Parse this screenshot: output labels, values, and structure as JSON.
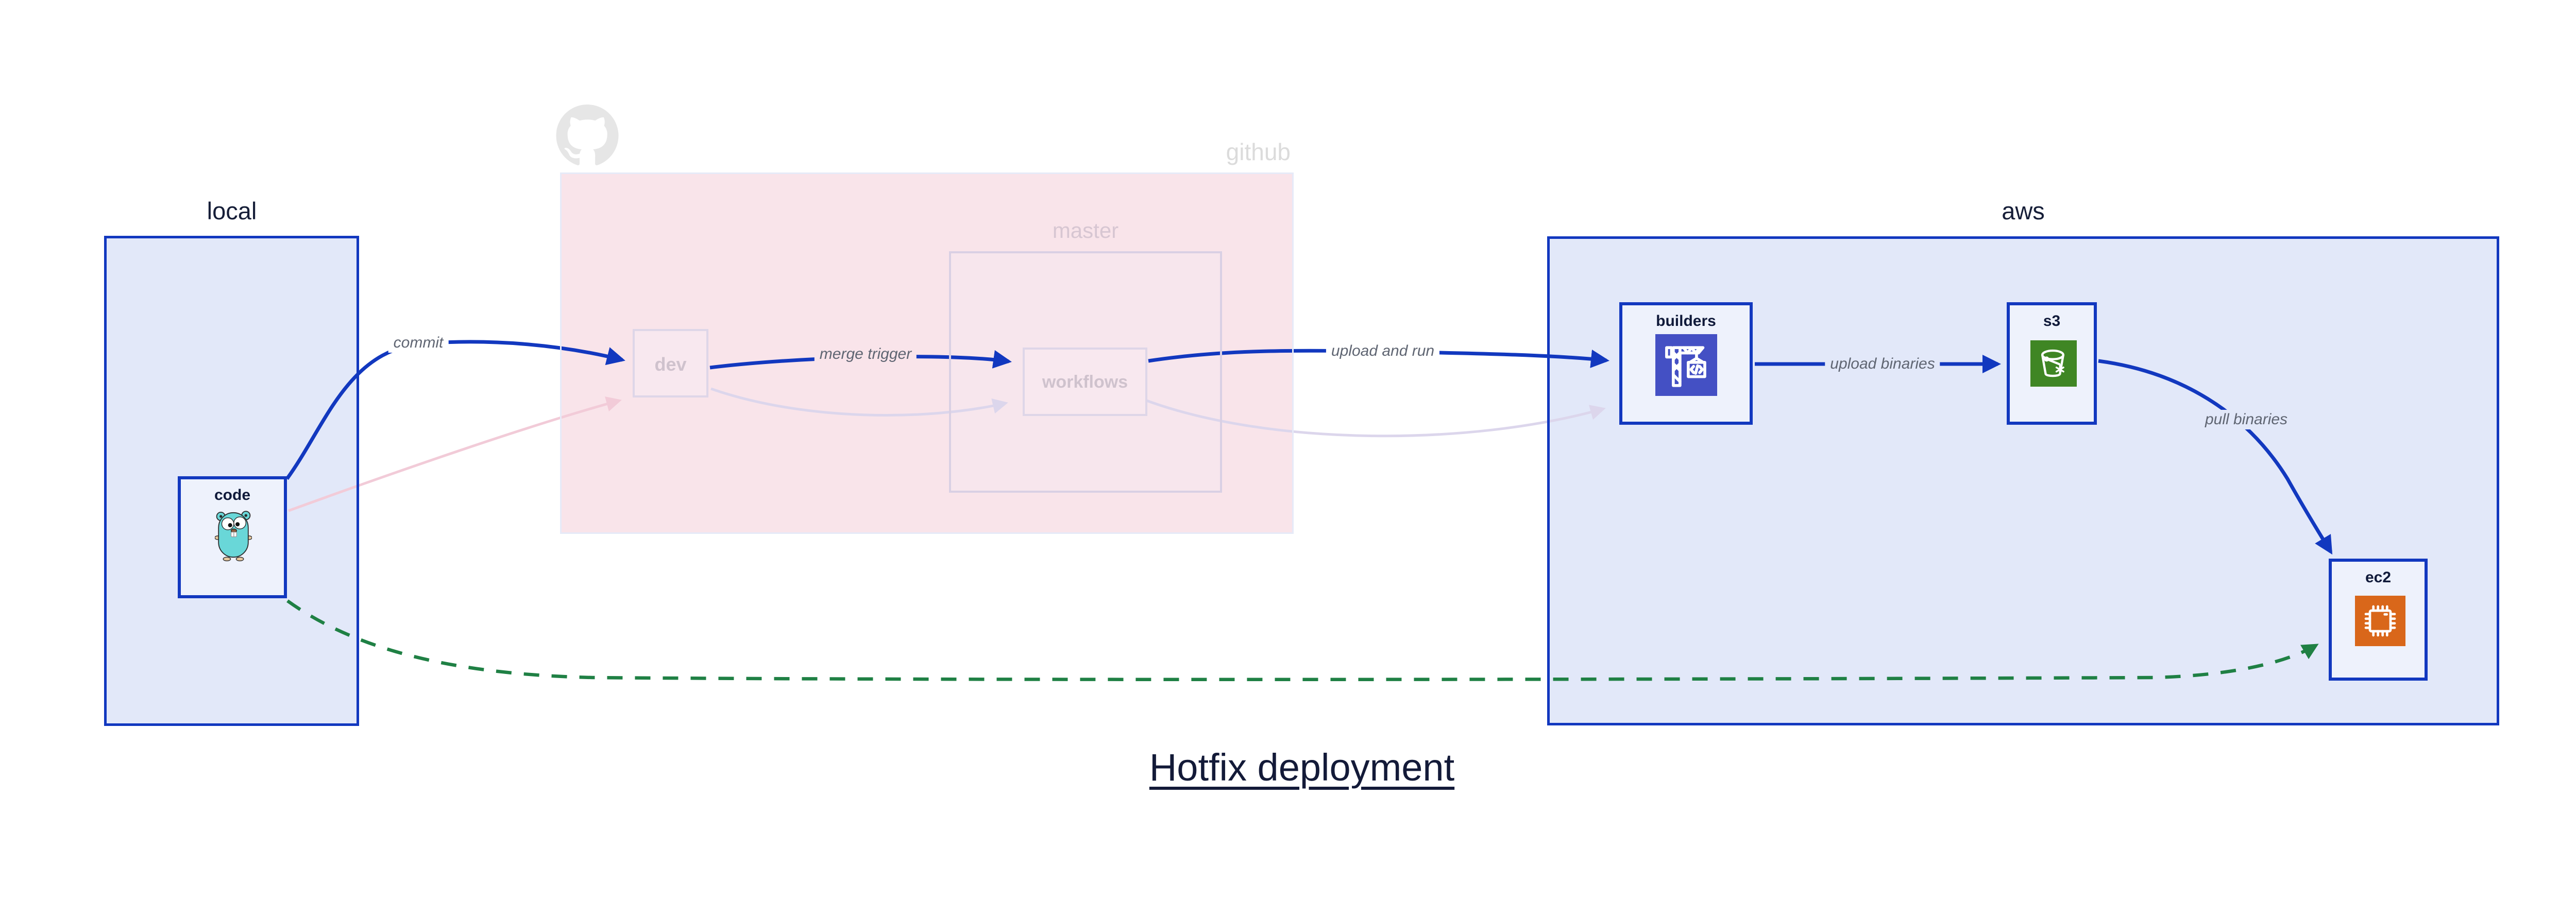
{
  "title": "Hotfix deployment",
  "regions": {
    "local": {
      "label": "local"
    },
    "github": {
      "label": "github",
      "master": {
        "label": "master"
      }
    },
    "aws": {
      "label": "aws"
    }
  },
  "nodes": {
    "code": {
      "label": "code",
      "icon": "go-gopher-icon"
    },
    "dev": {
      "label": "dev"
    },
    "workflows": {
      "label": "workflows"
    },
    "builders": {
      "label": "builders",
      "icon": "aws-codebuild-icon",
      "icon_bg": "#4450c4",
      "icon_glyph": "</>"
    },
    "s3": {
      "label": "s3",
      "icon": "s3-bucket-icon",
      "icon_bg": "#3f8624"
    },
    "ec2": {
      "label": "ec2",
      "icon": "ec2-chip-icon",
      "icon_bg": "#d9671a"
    }
  },
  "edges": {
    "commit": {
      "label": "commit",
      "from": "code",
      "to": "dev",
      "style": "solid-blue"
    },
    "merge_trigger": {
      "label": "merge trigger",
      "from": "dev",
      "to": "workflows",
      "style": "solid-blue"
    },
    "upload_and_run": {
      "label": "upload and run",
      "from": "workflows",
      "to": "builders",
      "style": "solid-blue"
    },
    "upload_binaries": {
      "label": "upload binaries",
      "from": "builders",
      "to": "s3",
      "style": "solid-blue"
    },
    "pull_binaries": {
      "label": "pull binaries",
      "from": "s3",
      "to": "ec2",
      "style": "solid-blue"
    },
    "hotfix_path": {
      "label": "",
      "from": "code",
      "to": "ec2",
      "style": "dashed-green"
    },
    "faded_code_to_dev": {
      "label": "",
      "from": "code",
      "to": "dev",
      "style": "faded-pink"
    },
    "faded_dev_to_workflows": {
      "label": "",
      "from": "dev",
      "to": "workflows",
      "style": "faded-lavender"
    },
    "faded_workflows_to_builders": {
      "label": "",
      "from": "workflows",
      "to": "builders",
      "style": "faded-lavender"
    }
  },
  "colors": {
    "arrow_blue": "#1238bf",
    "region_fill_blue": "#e2e8f9",
    "node_fill_blue": "#eef2fc",
    "github_fill_pink": "#f9e4ea",
    "faded_node_fill": "#f7e7ee",
    "faded_border": "#d9d0e4",
    "hotfix_green": "#1f8044",
    "codebuild_indigo": "#4450c4",
    "s3_green": "#3f8624",
    "ec2_orange": "#d9671a",
    "edge_label_gray": "#5f6572"
  }
}
